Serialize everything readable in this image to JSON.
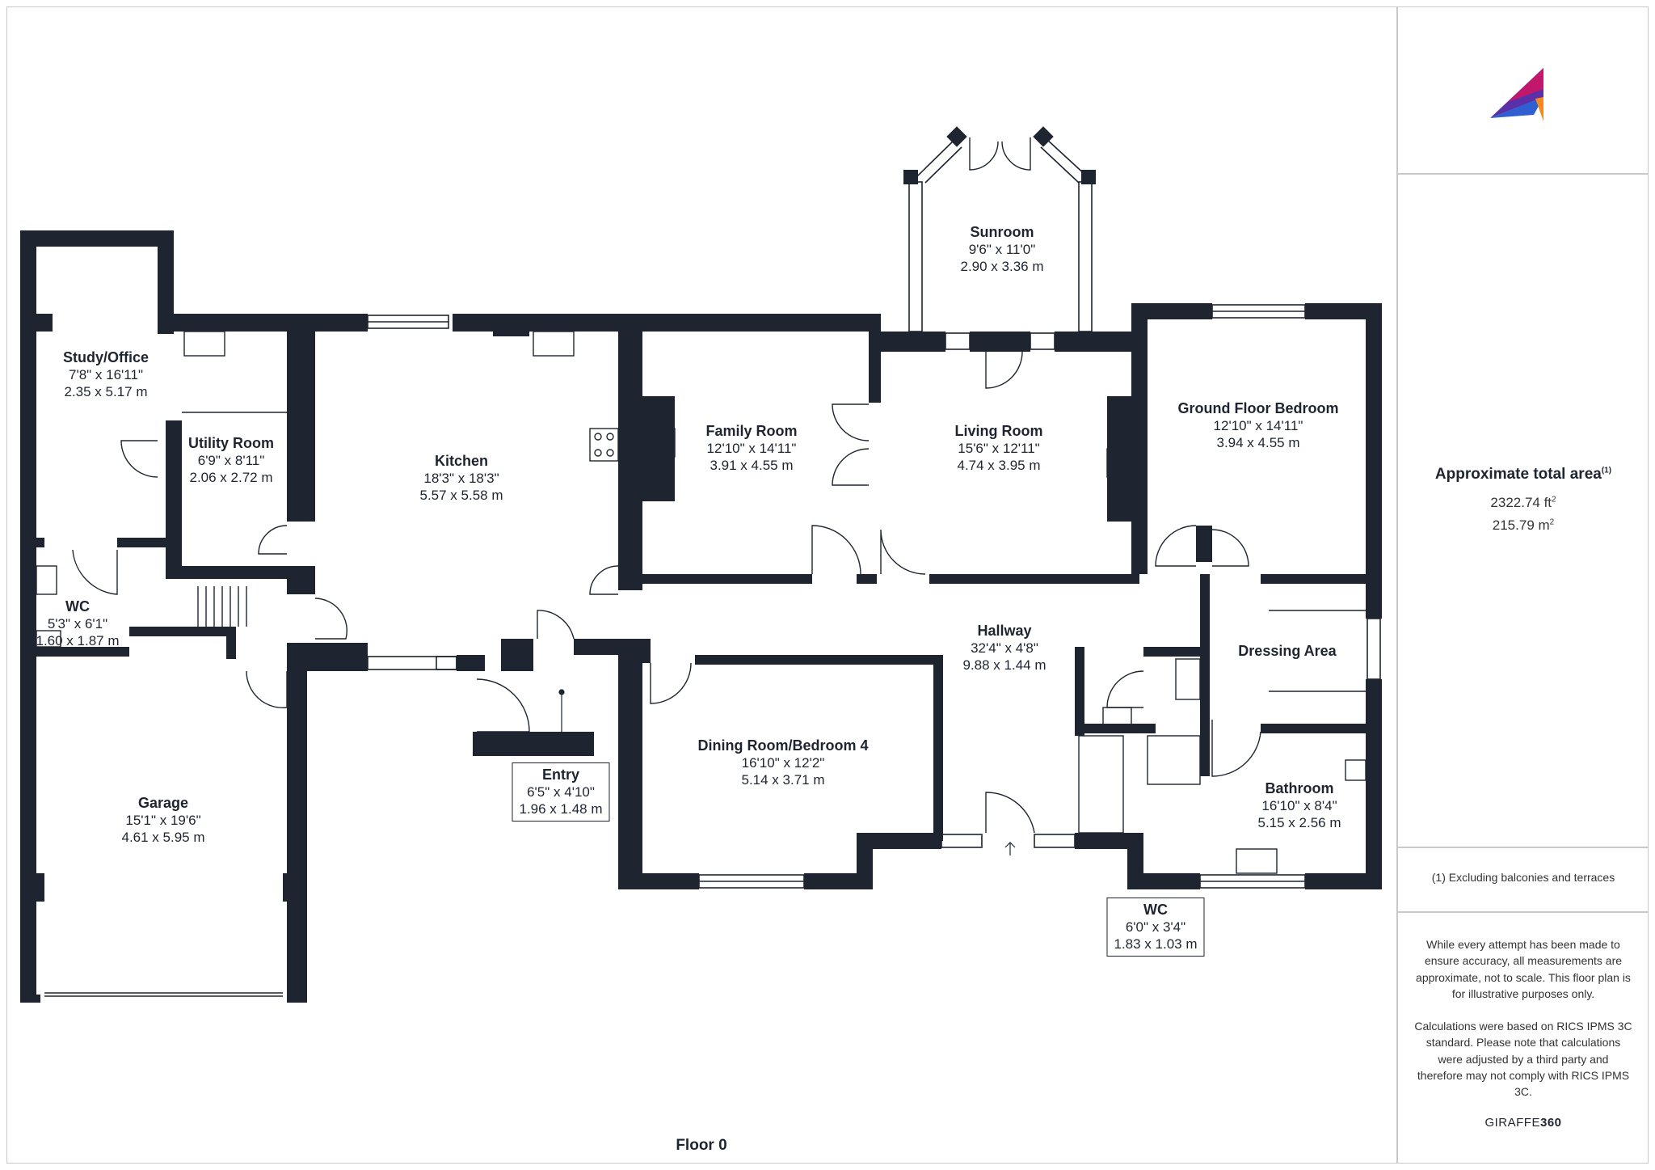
{
  "floor_label": "Floor 0",
  "rooms": {
    "study": {
      "name": "Study/Office",
      "imperial": "7'8\" x 16'11\"",
      "metric": "2.35 x 5.17 m"
    },
    "utility": {
      "name": "Utility Room",
      "imperial": "6'9\" x 8'11\"",
      "metric": "2.06 x 2.72 m"
    },
    "wc1": {
      "name": "WC",
      "imperial": "5'3\" x 6'1\"",
      "metric": "1.60 x 1.87 m"
    },
    "kitchen": {
      "name": "Kitchen",
      "imperial": "18'3\" x 18'3\"",
      "metric": "5.57 x 5.58 m"
    },
    "family": {
      "name": "Family Room",
      "imperial": "12'10\" x 14'11\"",
      "metric": "3.91 x 4.55 m"
    },
    "sunroom": {
      "name": "Sunroom",
      "imperial": "9'6\" x 11'0\"",
      "metric": "2.90 x 3.36 m"
    },
    "living": {
      "name": "Living Room",
      "imperial": "15'6\" x 12'11\"",
      "metric": "4.74 x 3.95 m"
    },
    "bedroom": {
      "name": "Ground Floor Bedroom",
      "imperial": "12'10\" x 14'11\"",
      "metric": "3.94 x 4.55 m"
    },
    "hallway": {
      "name": "Hallway",
      "imperial": "32'4\" x 4'8\"",
      "metric": "9.88 x 1.44 m"
    },
    "dressing": {
      "name": "Dressing Area"
    },
    "garage": {
      "name": "Garage",
      "imperial": "15'1\" x 19'6\"",
      "metric": "4.61 x 5.95 m"
    },
    "entry": {
      "name": "Entry",
      "imperial": "6'5\" x 4'10\"",
      "metric": "1.96 x 1.48 m"
    },
    "dining": {
      "name": "Dining Room/Bedroom 4",
      "imperial": "16'10\" x 12'2\"",
      "metric": "5.14 x 3.71 m"
    },
    "bathroom": {
      "name": "Bathroom",
      "imperial": "16'10\" x 8'4\"",
      "metric": "5.15 x 2.56 m"
    },
    "wc2": {
      "name": "WC",
      "imperial": "6'0\" x 3'4\"",
      "metric": "1.83 x 1.03 m"
    }
  },
  "sidebar": {
    "area_title": "Approximate total area",
    "area_note_marker": "(1)",
    "area_ft": "2322.74 ft",
    "area_ft_unit_sup": "2",
    "area_m": "215.79 m",
    "area_m_unit_sup": "2",
    "footnote": "(1) Excluding balconies and terraces",
    "disclaimer_1": "While every attempt has been made to ensure accuracy, all measurements are approximate, not to scale. This floor plan is for illustrative purposes only.",
    "disclaimer_2": "Calculations were based on RICS IPMS 3C standard. Please note that calculations were adjusted by a third party and therefore may not comply with RICS IPMS 3C.",
    "brand_a": "GIRAFFE",
    "brand_b": "360"
  },
  "colors": {
    "wall": "#1e2530",
    "logo_purple": "#5b2fa8",
    "logo_magenta": "#c2186b",
    "logo_orange": "#f5891f",
    "logo_blue": "#2f5fd0"
  }
}
